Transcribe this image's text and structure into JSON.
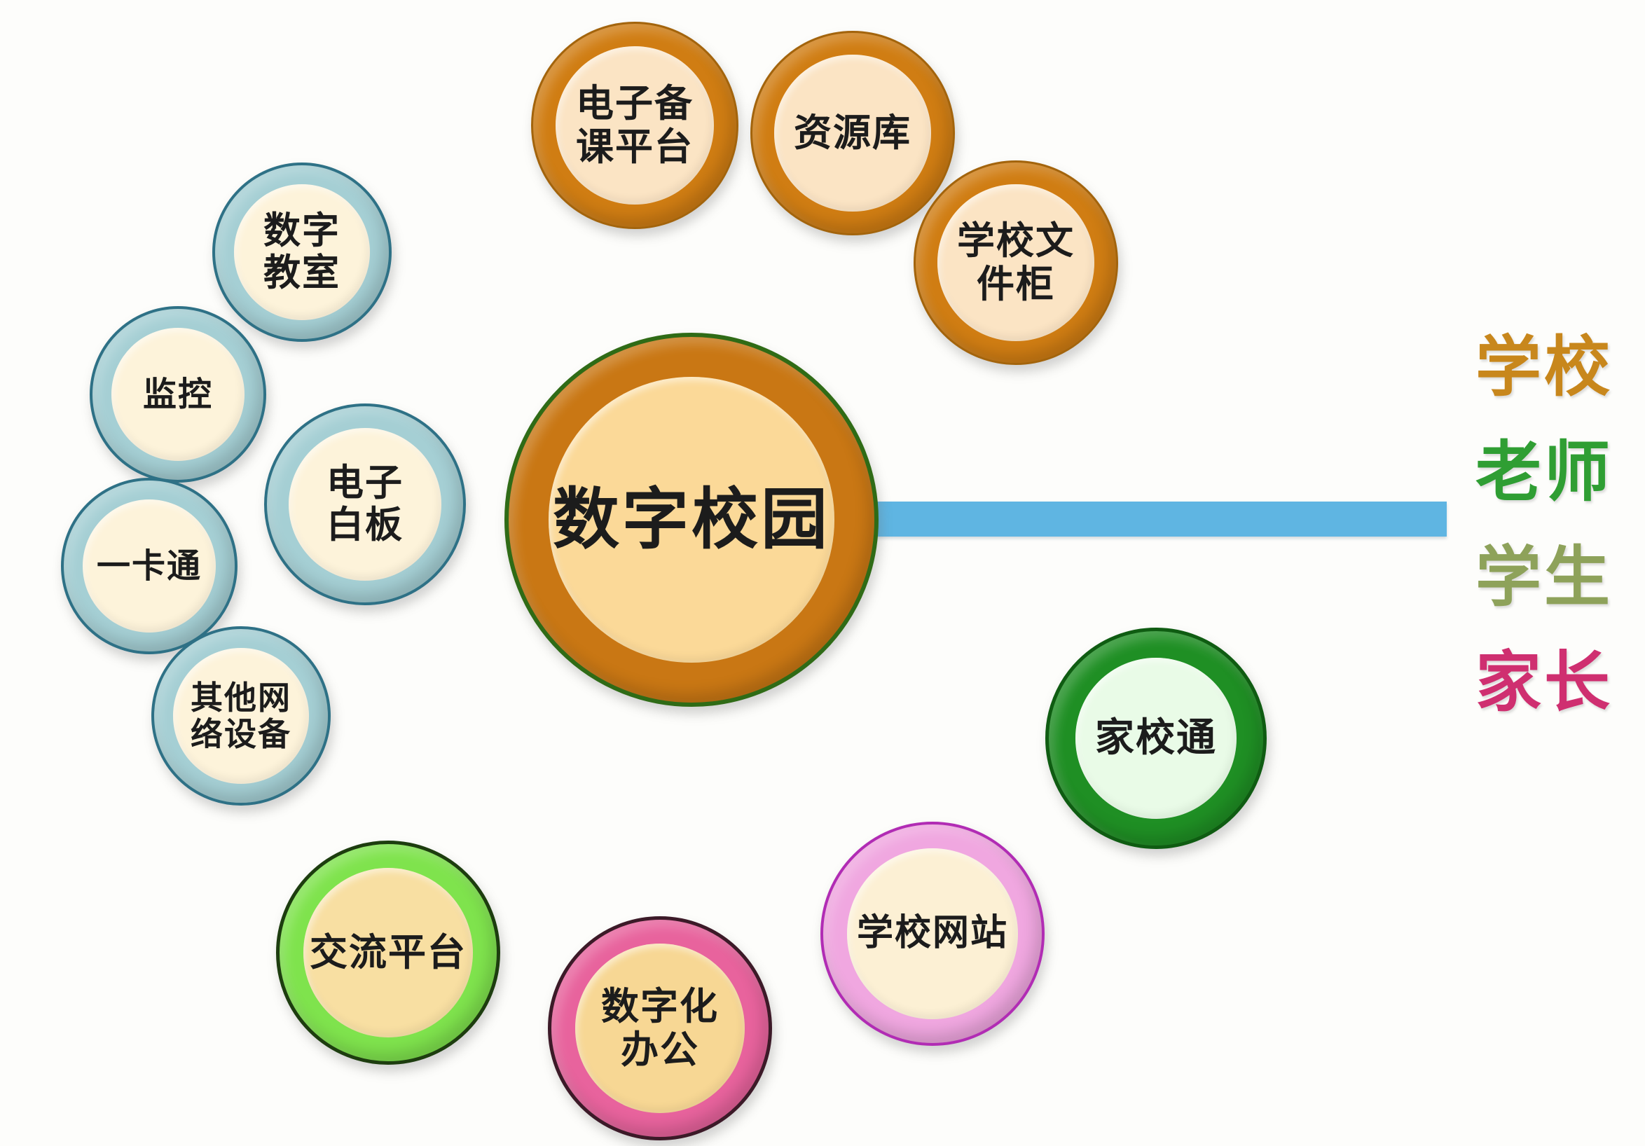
{
  "page": {
    "background": "#fdfdfb"
  },
  "diagram": {
    "nodes": [
      {
        "id": "lesson-prep",
        "label": "电子备课平台",
        "display": "电子备\n课平台",
        "group": "teacher-resources",
        "ring": "#d07d13",
        "fill": "#fbe4c4",
        "edge": "#a3640c"
      },
      {
        "id": "resource-lib",
        "label": "资源库",
        "display": "资源库",
        "group": "teacher-resources",
        "ring": "#d07d13",
        "fill": "#fbe4c4",
        "edge": "#a3640c"
      },
      {
        "id": "file-cabinet",
        "label": "学校文件柜",
        "display": "学校文\n件柜",
        "group": "teacher-resources",
        "ring": "#d07d13",
        "fill": "#fbe4c4",
        "edge": "#a3640c"
      },
      {
        "id": "digi-class",
        "label": "数字教室",
        "display": "数字\n教室",
        "group": "devices",
        "ring": "#a5cfd4",
        "fill": "#fdf3da",
        "edge": "#2e7186"
      },
      {
        "id": "monitor",
        "label": "监控",
        "display": "监控",
        "group": "devices",
        "ring": "#a5cfd4",
        "fill": "#fdf3da",
        "edge": "#2e7186"
      },
      {
        "id": "whiteboard",
        "label": "电子白板",
        "display": "电子\n白板",
        "group": "devices",
        "ring": "#a5cfd4",
        "fill": "#fdf3da",
        "edge": "#2e7186"
      },
      {
        "id": "onecard",
        "label": "一卡通",
        "display": "一卡通",
        "group": "devices",
        "ring": "#a5cfd4",
        "fill": "#fdf3da",
        "edge": "#2e7186"
      },
      {
        "id": "other-net",
        "label": "其他网络设备",
        "display": "其他网\n络设备",
        "group": "devices",
        "ring": "#a5cfd4",
        "fill": "#fdf3da",
        "edge": "#2e7186"
      },
      {
        "id": "center",
        "label": "数字校园",
        "display": "数字校园",
        "group": "center",
        "ring": "#c97714",
        "fill": "#fbd998",
        "edge": "#2f6b16"
      },
      {
        "id": "comm-platform",
        "label": "交流平台",
        "display": "交流平台",
        "group": "bottom",
        "ring": "#7fe34d",
        "fill": "#f8dfa2",
        "edge": "#1d3d0f"
      },
      {
        "id": "digi-office",
        "label": "数字化办公",
        "display": "数字化\n办公",
        "group": "bottom",
        "ring": "#e8639d",
        "fill": "#f7d794",
        "edge": "#3c1a28"
      },
      {
        "id": "school-site",
        "label": "学校网站",
        "display": "学校网站",
        "group": "bottom",
        "ring": "#f0a7e0",
        "fill": "#fcf0d4",
        "edge": "#b12cb4"
      },
      {
        "id": "home-school",
        "label": "家校通",
        "display": "家校通",
        "group": "bottom",
        "ring": "#1f8f24",
        "fill": "#e9fbe7",
        "edge": "#0f5c12"
      }
    ],
    "connector": {
      "color": "#5fb5e2"
    },
    "legend": {
      "items": [
        {
          "label": "学校",
          "color": "#c8871c"
        },
        {
          "label": "老师",
          "color": "#2f9e33"
        },
        {
          "label": "学生",
          "color": "#8ea25a"
        },
        {
          "label": "家长",
          "color": "#cf2f70"
        }
      ]
    }
  }
}
